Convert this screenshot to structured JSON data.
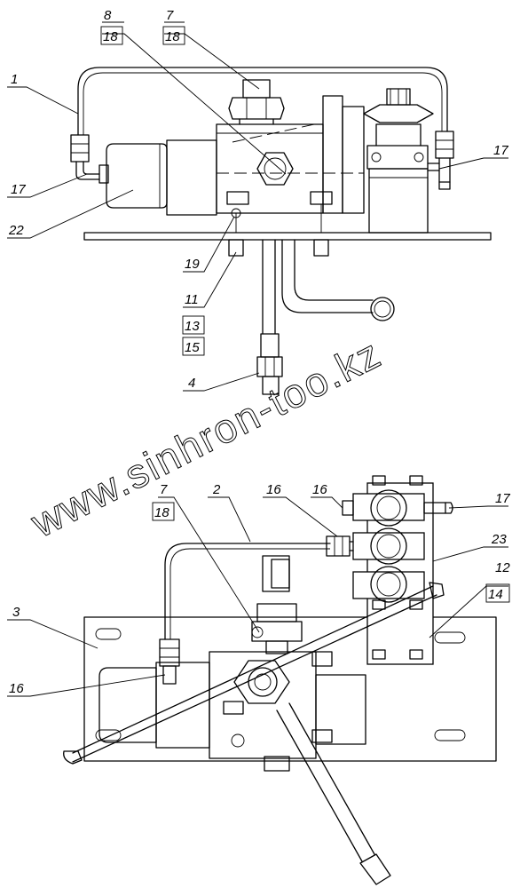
{
  "watermark": "www.sinhron-too.kz",
  "top_view": {
    "labels": [
      {
        "id": "l8",
        "text": "8"
      },
      {
        "id": "l18a",
        "text": "18"
      },
      {
        "id": "l7",
        "text": "7"
      },
      {
        "id": "l18b",
        "text": "18"
      },
      {
        "id": "l1",
        "text": "1"
      },
      {
        "id": "l17a",
        "text": "17"
      },
      {
        "id": "l17b",
        "text": "17"
      },
      {
        "id": "l22",
        "text": "22"
      },
      {
        "id": "l19",
        "text": "19"
      },
      {
        "id": "l11",
        "text": "11"
      },
      {
        "id": "l13",
        "text": "13"
      },
      {
        "id": "l15",
        "text": "15"
      },
      {
        "id": "l4",
        "text": "4"
      }
    ]
  },
  "bottom_view": {
    "labels": [
      {
        "id": "l7c",
        "text": "7"
      },
      {
        "id": "l18c",
        "text": "18"
      },
      {
        "id": "l2",
        "text": "2"
      },
      {
        "id": "l16a",
        "text": "16"
      },
      {
        "id": "l16b",
        "text": "16"
      },
      {
        "id": "l17c",
        "text": "17"
      },
      {
        "id": "l23",
        "text": "23"
      },
      {
        "id": "l12",
        "text": "12"
      },
      {
        "id": "l14",
        "text": "14"
      },
      {
        "id": "l3",
        "text": "3"
      },
      {
        "id": "l16c",
        "text": "16"
      }
    ]
  }
}
